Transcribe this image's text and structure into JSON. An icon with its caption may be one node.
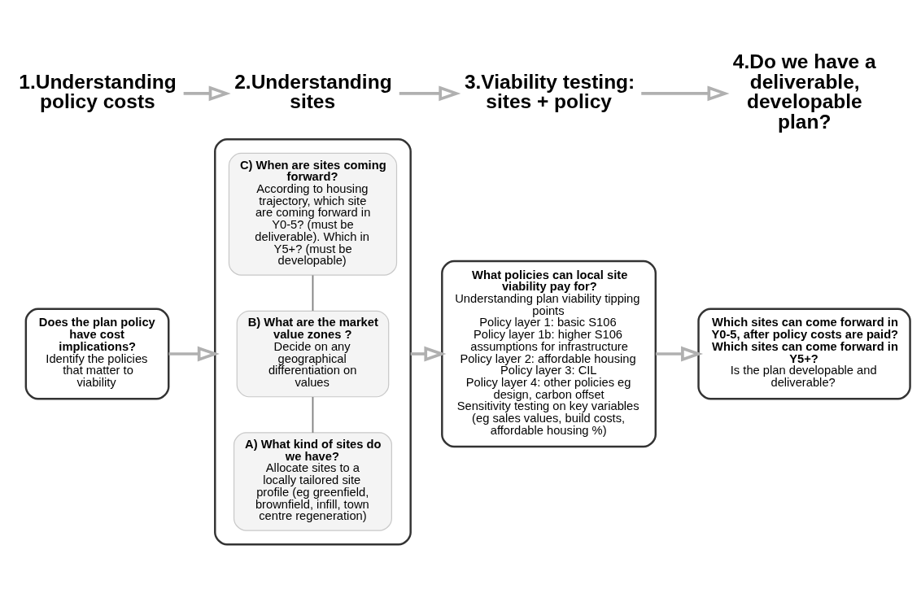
{
  "diagram": {
    "nodes": [
      {
        "text": [
          "1.Understanding policy costs"
        ]
      },
      {
        "text": [
          "2.Understanding sites"
        ]
      },
      {
        "text": [
          "3.Viability testing: sites + policy"
        ]
      },
      {
        "text": [
          "4.Do we have a deliverable, developable plan?"
        ]
      },
      {
        "text": [
          "Does the plan policy have cost implications?",
          "Identify the policies that matter to viability"
        ]
      },
      {
        "text": [],
        "shape": "box"
      },
      {
        "text": [
          "A) What kind of sites do we have?",
          "Allocate sites to a locally tailored site profile (eg greenfield, brownfield, infill, town centre regeneration)"
        ],
        "in": 5
      },
      {
        "text": [
          "B) What are the market value zones ?",
          "Decide on any geographical differentiation on values"
        ],
        "in": 5
      },
      {
        "text": [
          "C) When are sites coming forward?",
          "According to housing trajectory, which site are coming forward in Y0-5? (must be deliverable). Which in Y5+? (must be developable)"
        ],
        "in": 5
      },
      {
        "text": [
          "What policies can local site viability pay for?",
          "Understanding plan viability tipping points",
          "Policy layer 1: basic S106",
          "Policy layer 1b: higher S106 assumptions for infrastructure",
          "Policy layer 2: affordable housing",
          "Policy layer 3: CIL",
          "Policy layer 4: other policies eg design, carbon offset",
          "Sensitivity testing on key variables (eg sales values, build costs, affordable housing %)"
        ]
      },
      {
        "text": [
          "Which sites can come forward in Y0-5, after policy costs are paid?",
          "Which sites can come forward in Y5+?",
          "Is the plan developable and deliverable?"
        ]
      }
    ],
    "edges": [
      {
        "from": 0,
        "to": 1,
        "arrow": "to"
      },
      {
        "from": 1,
        "to": 2,
        "arrow": "to"
      },
      {
        "from": 2,
        "to": 3,
        "arrow": "to"
      },
      {
        "from": 4,
        "to": 5,
        "arrow": "to"
      },
      {
        "from": 6,
        "to": 7,
        "arrow": "none",
        "color": "#808080"
      },
      {
        "from": 7,
        "to": 8,
        "arrow": "none",
        "color": "#808080"
      },
      {
        "from": 5,
        "to": 9,
        "arrow": "to"
      },
      {
        "from": 9,
        "to": 10,
        "arrow": "to"
      }
    ]
  }
}
